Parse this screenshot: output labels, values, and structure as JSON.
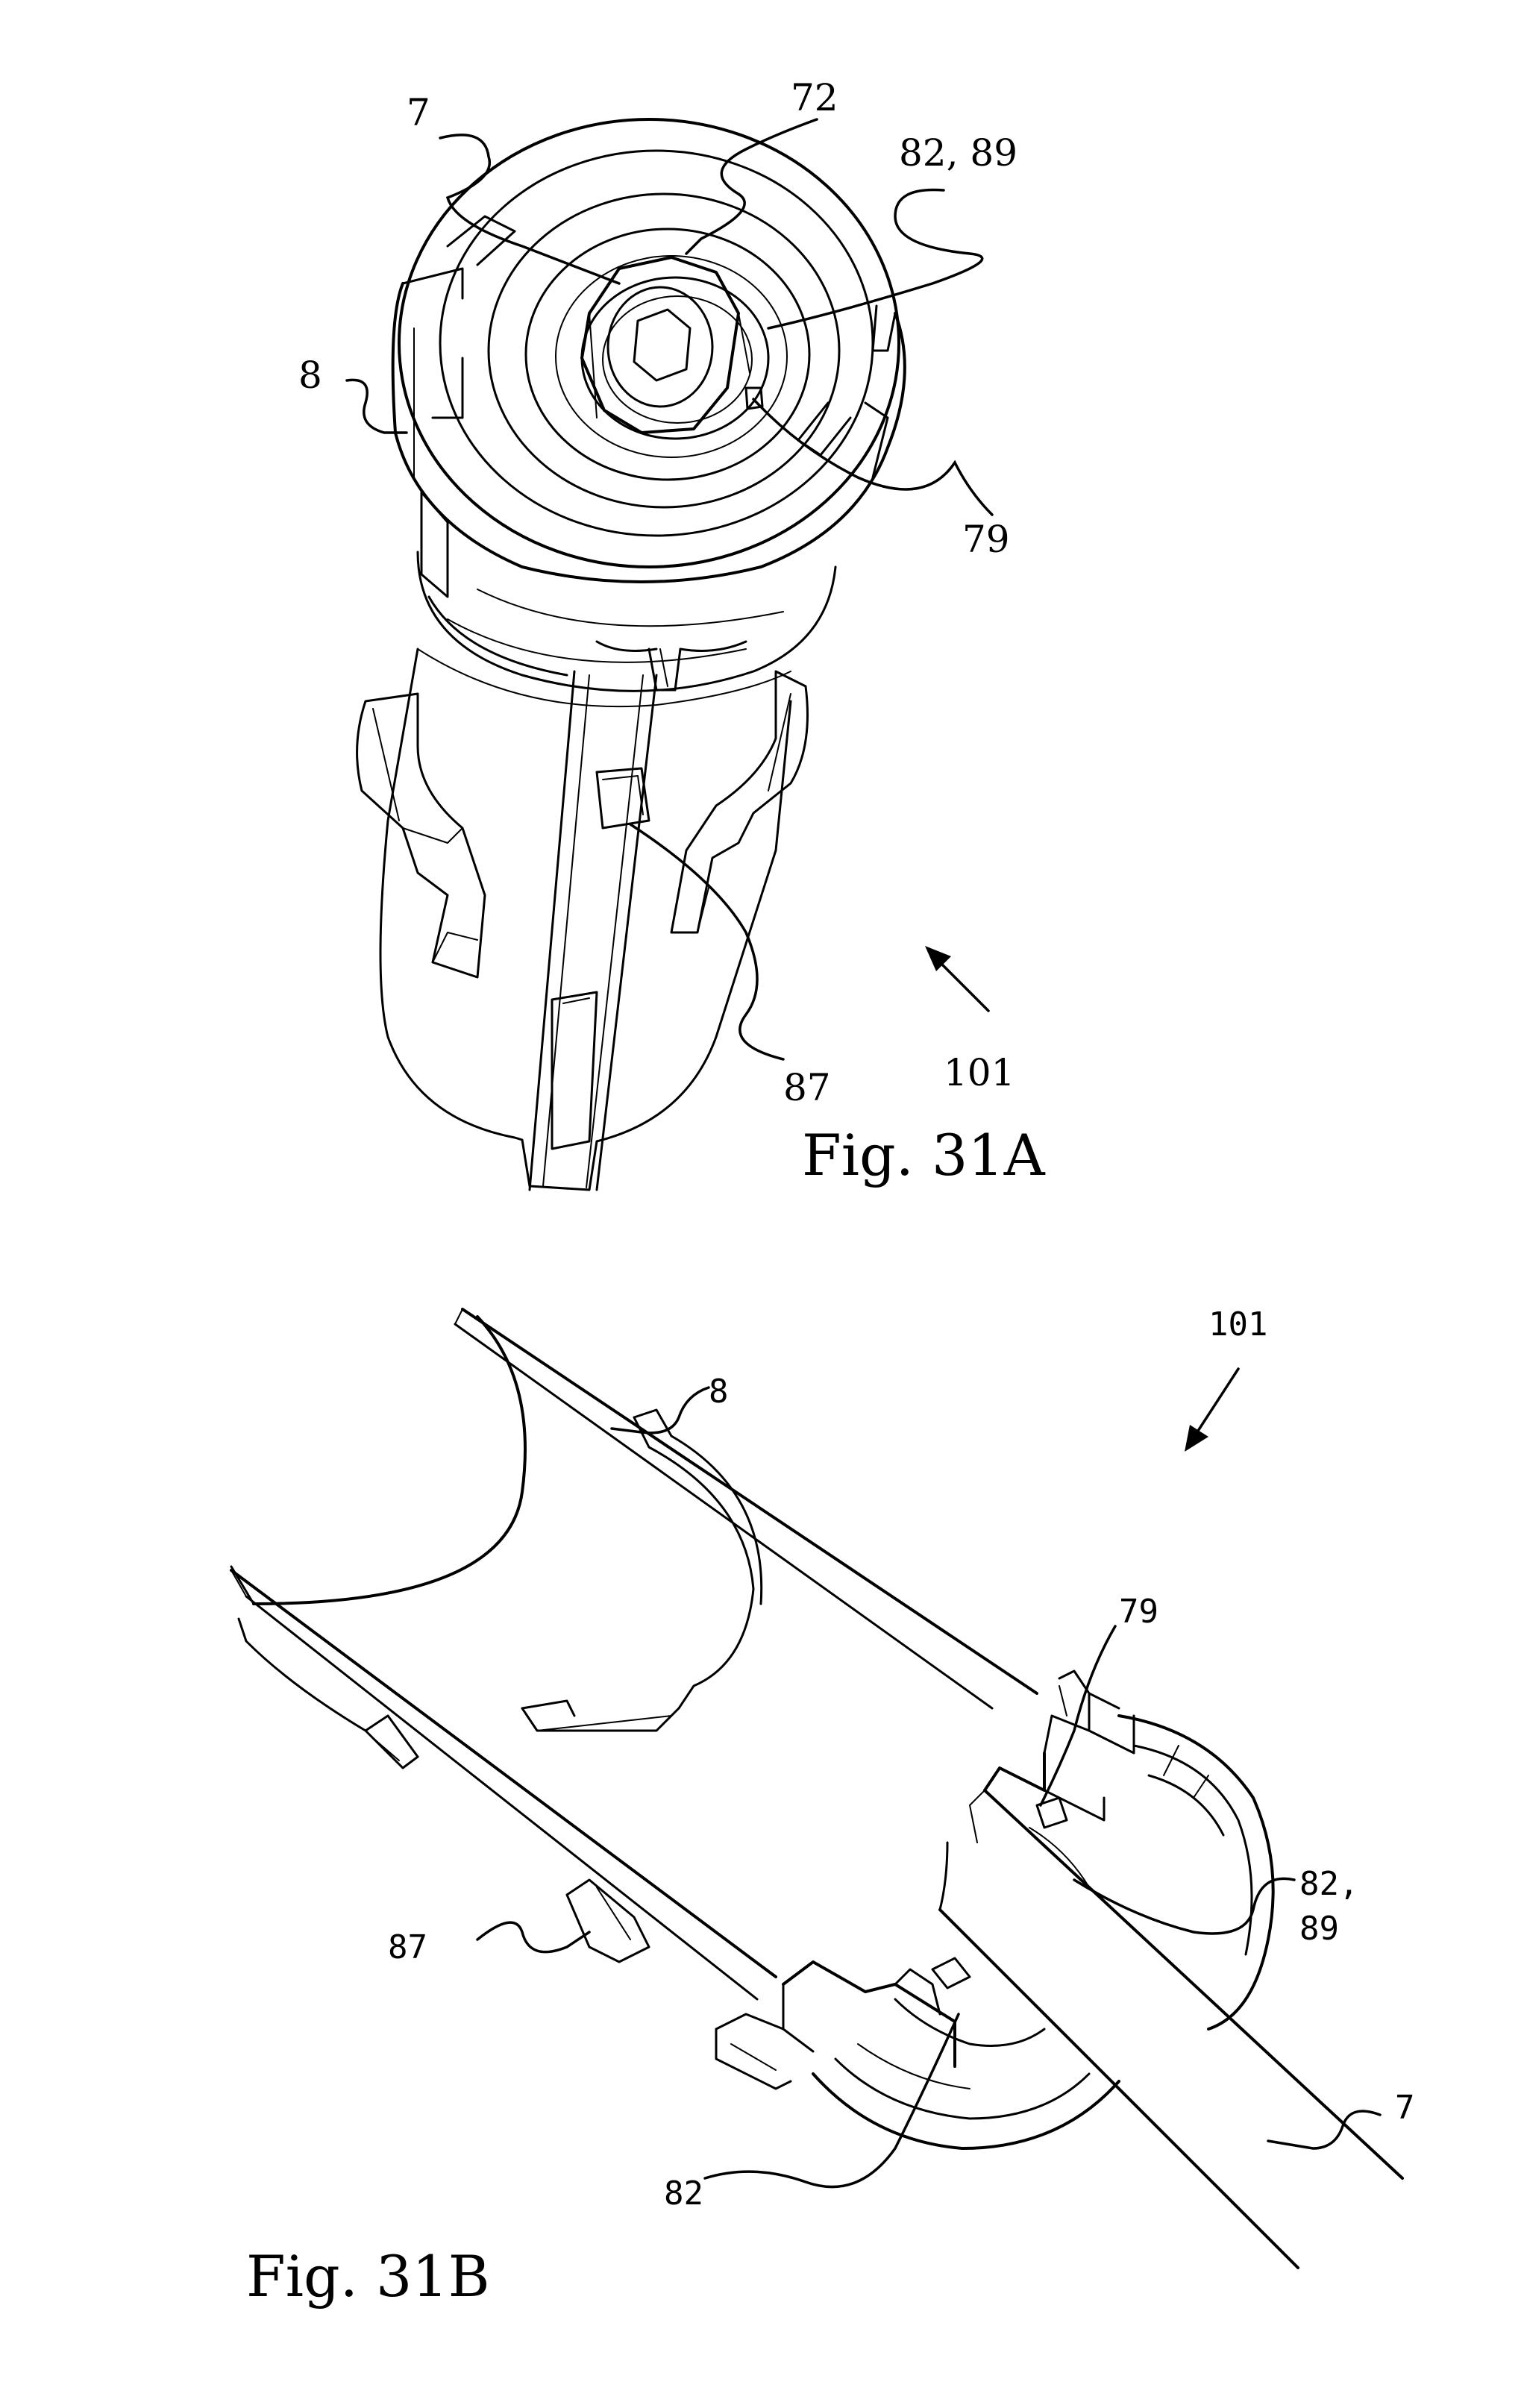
{
  "figures": [
    {
      "caption": "Fig. 31A",
      "labels": {
        "ref_7": "7",
        "ref_72": "72",
        "ref_82_89": "82, 89",
        "ref_8": "8",
        "ref_79": "79",
        "ref_87": "87",
        "ref_101": "101"
      }
    },
    {
      "caption": "Fig. 31B",
      "labels": {
        "ref_101": "101",
        "ref_8": "8",
        "ref_79": "79",
        "ref_82_89_line1": "82,",
        "ref_82_89_line2": "89",
        "ref_87": "87",
        "ref_7": "7",
        "ref_82": "82"
      }
    }
  ]
}
